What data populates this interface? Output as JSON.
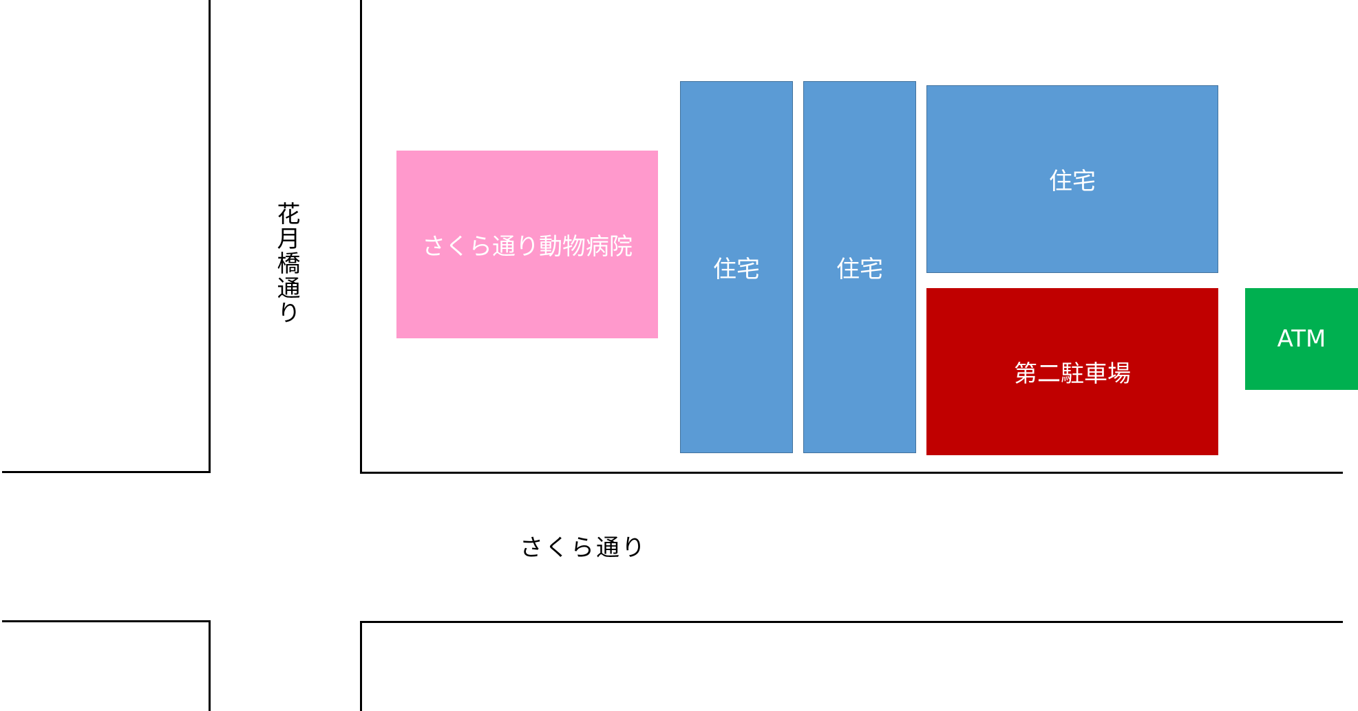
{
  "streets": {
    "vertical_street": "花月橋通り",
    "horizontal_street": "さくら通り"
  },
  "buildings": {
    "hospital": "さくら通り動物病院",
    "house_1": "住宅",
    "house_2": "住宅",
    "house_3": "住宅",
    "parking": "第二駐車場",
    "atm": "ATM"
  },
  "colors": {
    "hospital": "#ff99cc",
    "house": "#5b9bd5",
    "parking": "#c00000",
    "atm": "#00b050",
    "road_line": "#000000",
    "background": "#ffffff"
  }
}
